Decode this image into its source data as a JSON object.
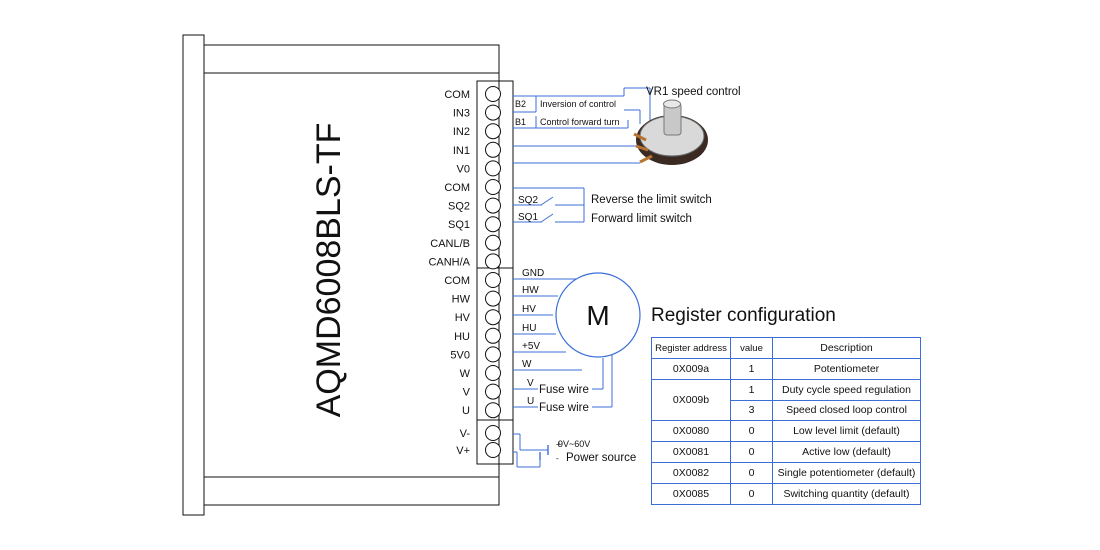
{
  "device": {
    "model": "AQMD6008BLS-TF"
  },
  "terminals_upper": [
    "COM",
    "IN3",
    "IN2",
    "IN1",
    "V0",
    "COM",
    "SQ2",
    "SQ1",
    "CANL/B",
    "CANH/A"
  ],
  "terminals_middle": [
    "COM",
    "HW",
    "HV",
    "HU",
    "5V0",
    "W",
    "V",
    "U"
  ],
  "terminals_lower": [
    "V-",
    "V+"
  ],
  "potentiometer": {
    "title": "VR1 speed control",
    "b2_tag": "B2",
    "b2_label": "Inversion of control",
    "b1_tag": "B1",
    "b1_label": "Control forward turn"
  },
  "limit_switches": {
    "sq2_tag": "SQ2",
    "sq2_label": "Reverse the limit switch",
    "sq1_tag": "SQ1",
    "sq1_label": "Forward limit switch"
  },
  "motor": {
    "symbol": "M",
    "wire_labels": [
      "GND",
      "HW",
      "HV",
      "HU",
      "+5V",
      "W",
      "V",
      "U"
    ],
    "fuse_label_v": "Fuse wire",
    "fuse_label_u": "Fuse wire"
  },
  "power": {
    "range": "9V~60V",
    "plus": "+",
    "minus": "-",
    "label": "Power source"
  },
  "register": {
    "title": "Register configuration",
    "headers": [
      "Register address",
      "value",
      "Description"
    ],
    "rows": [
      {
        "address": "0X009a",
        "value": "1",
        "description": "Potentiometer"
      },
      {
        "address": "0X009b",
        "value": "1",
        "description": "Duty cycle speed regulation"
      },
      {
        "address": "",
        "value": "3",
        "description": "Speed closed loop control"
      },
      {
        "address": "0X0080",
        "value": "0",
        "description": "Low level limit (default)"
      },
      {
        "address": "0X0081",
        "value": "0",
        "description": "Active low (default)"
      },
      {
        "address": "0X0082",
        "value": "0",
        "description": "Single potentiometer (default)"
      },
      {
        "address": "0X0085",
        "value": "0",
        "description": "Switching quantity (default)"
      }
    ]
  },
  "colors": {
    "wire": "#3b6fd8",
    "outline": "#111111"
  }
}
